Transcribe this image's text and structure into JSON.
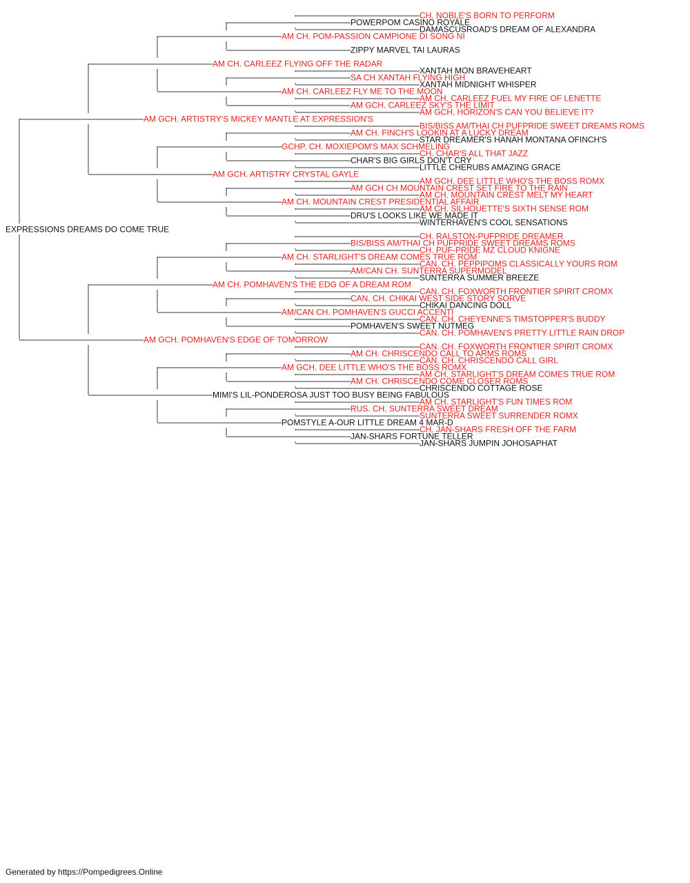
{
  "colors": {
    "titled": "#e8211f",
    "untitled": "#111111",
    "line": "#333333"
  },
  "footer": {
    "text": "Generated by https://Pompedigrees.Online"
  },
  "pedigree": {
    "name": "EXPRESSIONS DREAMS DO COME TRUE",
    "titled": false,
    "sire": {
      "name": "AM GCH. ARTISTRY'S MICKEY MANTLE AT EXPRESSION'S",
      "titled": true,
      "sire": {
        "name": "AM CH. CARLEEZ FLYING OFF THE RADAR",
        "titled": true,
        "sire": {
          "name": "AM CH. POM-PASSION CAMPIONE DI SONG NI",
          "titled": true,
          "sire": {
            "name": "POWERPOM CASINO ROYALE",
            "titled": false,
            "sire": {
              "name": "CH. NOBLE'S BORN TO PERFORM",
              "titled": true
            },
            "dam": {
              "name": "DAMASCUSROAD'S DREAM OF ALEXANDRA",
              "titled": false
            }
          },
          "dam": {
            "name": "ZIPPY MARVEL TAI LAURAS",
            "titled": false
          }
        },
        "dam": {
          "name": "AM CH. CARLEEZ FLY ME TO THE MOON",
          "titled": true,
          "sire": {
            "name": "SA CH XANTAH FLYING HIGH",
            "titled": true,
            "sire": {
              "name": "XANTAH MON BRAVEHEART",
              "titled": false
            },
            "dam": {
              "name": "XANTAH MIDNIGHT WHISPER",
              "titled": false
            }
          },
          "dam": {
            "name": "AM GCH. CARLEEZ SKY'S THE LIMIT",
            "titled": true,
            "sire": {
              "name": "AM CH. CARLEEZ FUEL MY FIRE OF LENETTE",
              "titled": true
            },
            "dam": {
              "name": "AM GCH. HORIZON'S CAN YOU BELIEVE IT?",
              "titled": true
            }
          }
        }
      },
      "dam": {
        "name": "AM GCH. ARTISTRY CRYSTAL GAYLE",
        "titled": true,
        "sire": {
          "name": "GCHP. CH. MOXIEPOM'S MAX SCHMELING",
          "titled": true,
          "sire": {
            "name": "AM CH. FINCH'S LOOKIN AT A LUCKY DREAM",
            "titled": true,
            "sire": {
              "name": "BIS/BISS AM/THAI CH PUFPRIDE SWEET DREAMS ROMS",
              "titled": true
            },
            "dam": {
              "name": "STAR DREAMER'S HANAH MONTANA OFINCH'S",
              "titled": false
            }
          },
          "dam": {
            "name": "CHAR'S BIG GIRLS DON'T CRY",
            "titled": false,
            "sire": {
              "name": "CH. CHAR'S ALL THAT JAZZ",
              "titled": true
            },
            "dam": {
              "name": "LITTLE CHERUBS AMAZING GRACE",
              "titled": false
            }
          }
        },
        "dam": {
          "name": "AM CH. MOUNTAIN CREST PRESIDENTIAL AFFAIR",
          "titled": true,
          "sire": {
            "name": "AM GCH CH MOUNTAIN CREST SET FIRE TO THE RAIN",
            "titled": true,
            "sire": {
              "name": "AM GCH. DEE LITTLE WHO'S THE BOSS ROMX",
              "titled": true
            },
            "dam": {
              "name": "AM CH. MOUNTAIN CREST MELT MY HEART",
              "titled": true
            }
          },
          "dam": {
            "name": "DRU'S LOOKS LIKE WE MADE IT",
            "titled": false,
            "sire": {
              "name": "AM CH. SILHOUETTE'S SIXTH SENSE ROM",
              "titled": true
            },
            "dam": {
              "name": "WINTERHAVEN'S COOL SENSATIONS",
              "titled": false
            }
          }
        }
      }
    },
    "dam": {
      "name": "AM GCH. POMHAVEN'S EDGE OF TOMORROW",
      "titled": true,
      "sire": {
        "name": "AM CH. POMHAVEN'S THE EDG OF A DREAM ROM",
        "titled": true,
        "sire": {
          "name": "AM CH. STARLIGHT'S DREAM COMES TRUE ROM",
          "titled": true,
          "sire": {
            "name": "BIS/BISS AM/THAI CH PUFPRIDE SWEET DREAMS ROMS",
            "titled": true,
            "sire": {
              "name": "CH. RALSTON-PUFPRIDE DREAMER",
              "titled": true
            },
            "dam": {
              "name": "CH. PUF-PRIDE MZ CLOUD KNIGNE",
              "titled": true
            }
          },
          "dam": {
            "name": "AM/CAN CH. SUNTERRA SUPERMODEL",
            "titled": true,
            "sire": {
              "name": "CAN. CH. PEPPIPOMS CLASSICALLY YOURS ROM",
              "titled": true
            },
            "dam": {
              "name": "SUNTERRA SUMMER BREEZE",
              "titled": false
            }
          }
        },
        "dam": {
          "name": "AM/CAN CH. POMHAVEN'S GUCCI ACCENTI",
          "titled": true,
          "sire": {
            "name": "CAN. CH. CHIKAI WEST SIDE STORY SORVE",
            "titled": true,
            "sire": {
              "name": "CAN. CH. FOXWORTH FRONTIER SPIRIT CROMX",
              "titled": true
            },
            "dam": {
              "name": "CHIKAI DANCING DOLL",
              "titled": false
            }
          },
          "dam": {
            "name": "POMHAVEN'S SWEET NUTMEG",
            "titled": false,
            "sire": {
              "name": "CAN. CH. CHEYENNE'S TIMSTOPPER'S BUDDY",
              "titled": true
            },
            "dam": {
              "name": "CAN. CH. POMHAVEN'S PRETTY LITTLE RAIN DROP",
              "titled": true
            }
          }
        }
      },
      "dam": {
        "name": "MIMI'S LIL-PONDEROSA JUST TOO BUSY BEING FABULOUS",
        "titled": false,
        "sire": {
          "name": "AM GCH. DEE LITTLE WHO'S THE BOSS ROMX",
          "titled": true,
          "sire": {
            "name": "AM CH. CHRISCENDO CALL TO ARMS ROMS",
            "titled": true,
            "sire": {
              "name": "CAN. CH. FOXWORTH FRONTIER SPIRIT CROMX",
              "titled": true
            },
            "dam": {
              "name": "CAN. CH. CHRISCENDO CALL GIRL",
              "titled": true
            }
          },
          "dam": {
            "name": "AM CH. CHRISCENDO COME CLOSER ROMS",
            "titled": true,
            "sire": {
              "name": "AM CH. STARLIGHT'S DREAM COMES TRUE ROM",
              "titled": true
            },
            "dam": {
              "name": "CHRISCENDO COTTAGE ROSE",
              "titled": false
            }
          }
        },
        "dam": {
          "name": "POMSTYLE A-OUR LITTLE DREAM 4 MAR-D",
          "titled": false,
          "sire": {
            "name": "RUS. CH. SUNTERRA SWEET DREAM",
            "titled": true,
            "sire": {
              "name": "AM CH. STARLIGHT'S FUN TIMES ROM",
              "titled": true
            },
            "dam": {
              "name": "SUNTERRA SWEET SURRENDER ROMX",
              "titled": true
            }
          },
          "dam": {
            "name": "JAN-SHARS FORTUNE TELLER",
            "titled": false,
            "sire": {
              "name": "CH. JAN-SHARS FRESH OFF THE FARM",
              "titled": true
            },
            "dam": {
              "name": "JAN-SHARS JUMPIN JOHOSAPHAT",
              "titled": false
            }
          }
        }
      }
    }
  }
}
